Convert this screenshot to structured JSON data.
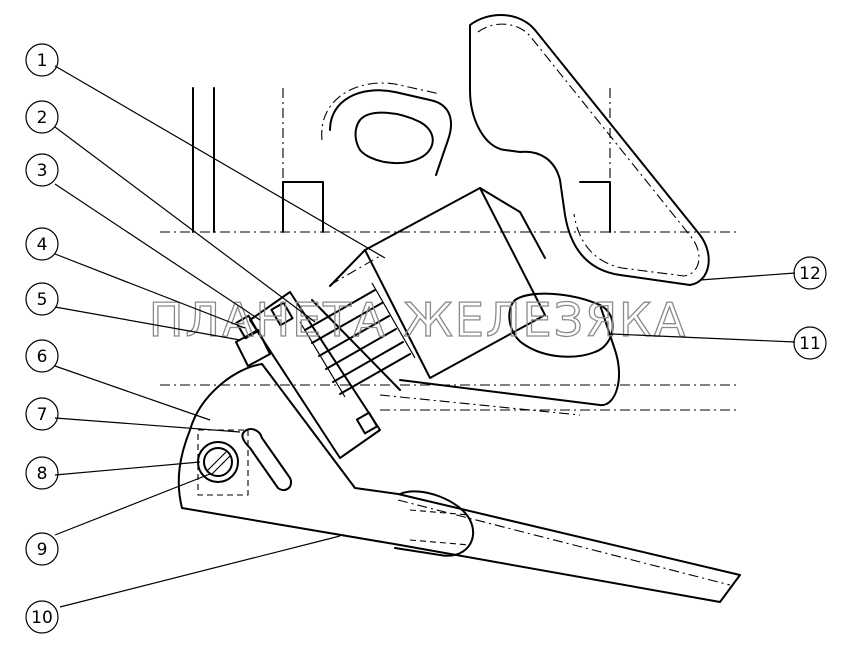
{
  "watermark": "ПЛАНЕТА ЖЕЛЕЗЯКА",
  "callouts": [
    {
      "id": "c1",
      "label": "1"
    },
    {
      "id": "c2",
      "label": "2"
    },
    {
      "id": "c3",
      "label": "3"
    },
    {
      "id": "c4",
      "label": "4"
    },
    {
      "id": "c5",
      "label": "5"
    },
    {
      "id": "c6",
      "label": "6"
    },
    {
      "id": "c7",
      "label": "7"
    },
    {
      "id": "c8",
      "label": "8"
    },
    {
      "id": "c9",
      "label": "9"
    },
    {
      "id": "c10",
      "label": "10"
    },
    {
      "id": "c11",
      "label": "11"
    },
    {
      "id": "c12",
      "label": "12"
    }
  ],
  "colors": {
    "line": "#000000",
    "watermark": "#8a8a8a",
    "background": "#ffffff"
  }
}
